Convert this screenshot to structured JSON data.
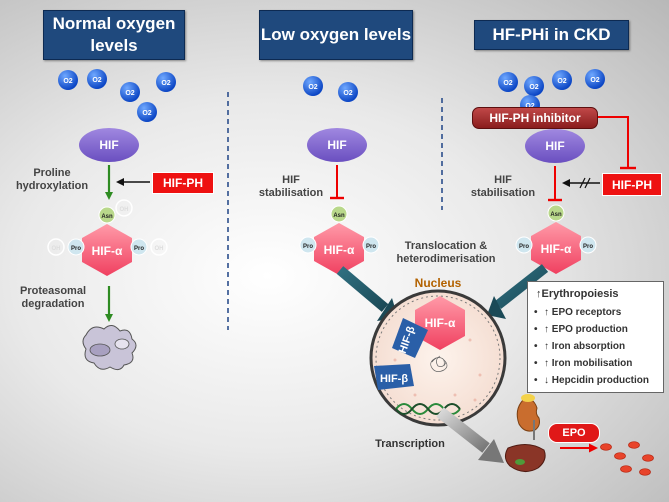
{
  "headers": {
    "normal": "Normal oxygen levels",
    "low": "Low oxygen levels",
    "ckd": "HF-PHi in CKD"
  },
  "o2": "O2",
  "hif": "HIF",
  "hif_a": "HIF-α",
  "hif_b": "HIF-β",
  "asn": "Asn",
  "pro": "Pro",
  "oh": "OH",
  "hif_ph": "HIF-PH",
  "hif_ph_inhibitor": "HIF-PH inhibitor",
  "labels": {
    "proline": "Proline hydroxylation",
    "proteasomal": "Proteasomal degradation",
    "stabilisation": "HIF stabilisation",
    "translocation": "Translocation & heterodimerisation",
    "nucleus": "Nucleus",
    "transcription": "Transcription",
    "epo": "EPO"
  },
  "erythropoiesis": {
    "title": "Erythropoiesis",
    "items": [
      {
        "dir": "up",
        "text": "EPO receptors"
      },
      {
        "dir": "up",
        "text": "EPO production"
      },
      {
        "dir": "up",
        "text": "Iron absorption"
      },
      {
        "dir": "up",
        "text": "Iron mobilisation"
      },
      {
        "dir": "down",
        "text": "Hepcidin production"
      }
    ]
  }
}
